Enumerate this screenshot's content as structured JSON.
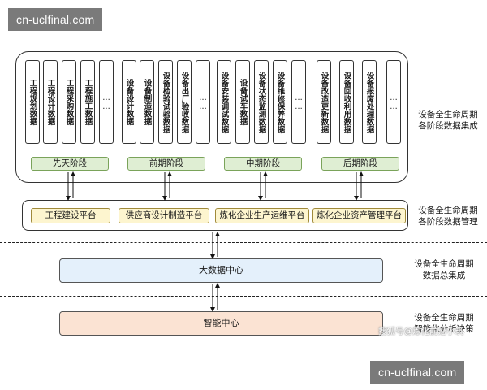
{
  "watermark_top": "cn-uclfinal.com",
  "watermark_bottom": "cn-uclfinal.com",
  "columns": [
    "工程规划数据",
    "工程设计数据",
    "工程采购数据",
    "工程施工数据",
    "……",
    "设备设计数据",
    "设备制造数据",
    "设备检验试验数据",
    "设备出厂验收数据",
    "……",
    "设备安装调试数据",
    "设备试车数据",
    "设备状态监测数据",
    "设备维修保养数据",
    "……",
    "设备改造更新数据",
    "设备回收利用数据",
    "设备报废处理数据",
    "……"
  ],
  "phases": [
    "先天阶段",
    "前期阶段",
    "中期阶段",
    "后期阶段"
  ],
  "platforms": [
    "工程建设平台",
    "供应商设计制造平台",
    "炼化企业生产运维平台",
    "炼化企业资产管理平台"
  ],
  "big_data_center": "大数据中心",
  "smart_center": "智能中心",
  "right_labels": {
    "collection_1": "设备全生命周期",
    "collection_2": "各阶段数据集成",
    "management_1": "设备全生命周期",
    "management_2": "各阶段数据管理",
    "integration_1": "设备全生命周期",
    "integration_2": "数据总集成",
    "analysis_1": "设备全生命周期",
    "analysis_2": "智能化分析决策"
  },
  "source_watermark": "搜狐号@炼化前沿小筑",
  "colors": {
    "phase_fill": "#dfeed3",
    "platform_fill": "#fdf5cf",
    "big_data_fill": "#e4f0fb",
    "smart_fill": "#fbe3d3"
  }
}
